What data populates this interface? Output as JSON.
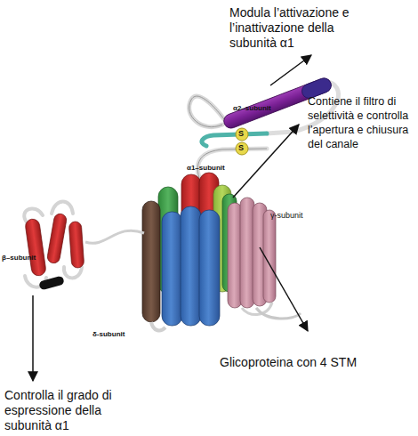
{
  "diagram": {
    "labels": [
      "Modula l’attivazione e l’inattivazione della subunità α1",
      "α2–subunit",
      "S",
      "S",
      "Contiene il filtro di selettività e controlla l’apertura e chiusura del canale",
      "α1–subunit",
      "γ-subunit",
      "β–subunit",
      "δ-subunit",
      "Glicoproteina con 4 STM",
      "Controlla il grado di espressione della subunità α1"
    ]
  }
}
